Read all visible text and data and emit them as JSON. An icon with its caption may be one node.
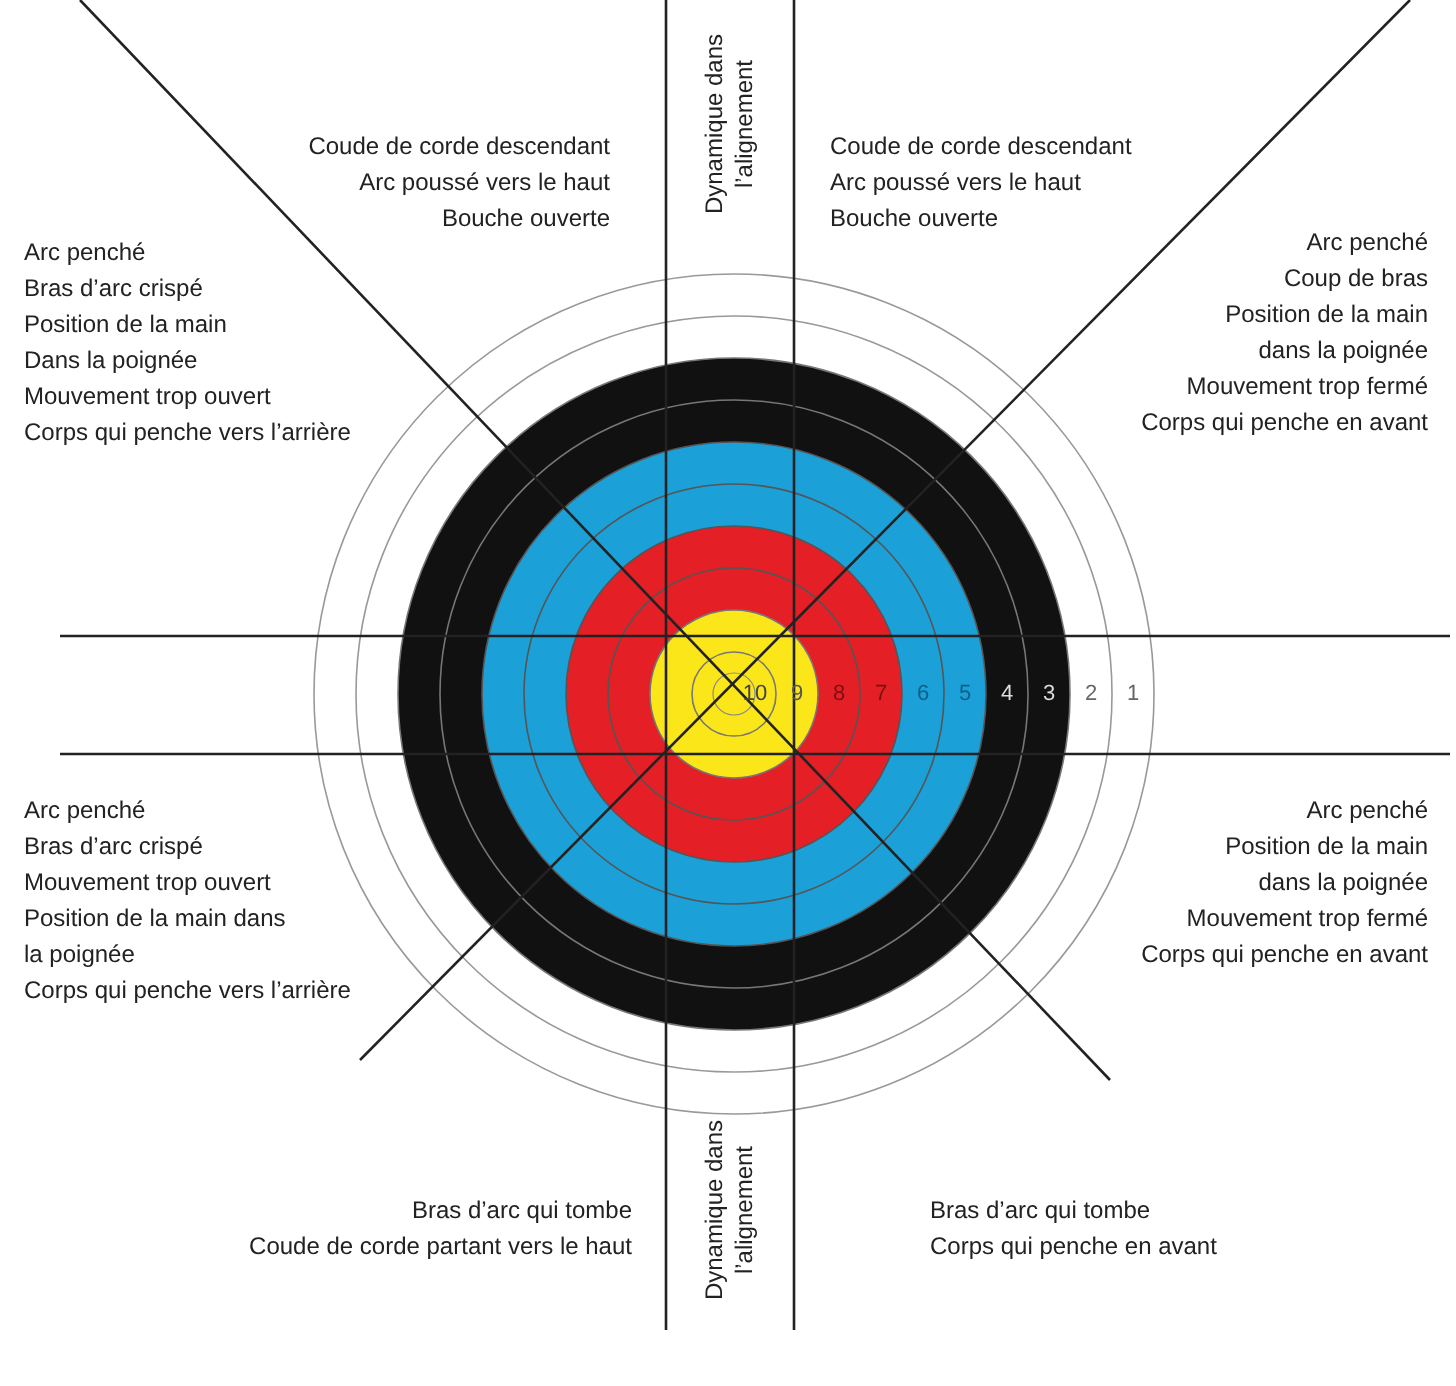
{
  "diagram": {
    "labels": [
      "Coude de corde descendant",
      "Arc poussé vers le haut",
      "Bouche ouverte",
      "Dynamique dans l’alignement",
      "Coude de corde descendant",
      "Arc poussé vers le haut",
      "Bouche ouverte",
      "Arc penché",
      "Bras d’arc crispé",
      "Position de la main",
      "Dans la poignée",
      "Mouvement trop ouvert",
      "Corps qui penche vers l’arrière",
      "Arc penché",
      "Coup de bras",
      "Position de la main",
      "dans la poignée",
      "Mouvement trop fermé",
      "Corps qui penche en avant",
      "10",
      "9",
      "8",
      "7",
      "6",
      "5",
      "4",
      "3",
      "2",
      "1",
      "Arc penché",
      "Bras d’arc crispé",
      "Mouvement trop ouvert",
      "Position de la main dans",
      "la poignée",
      "Corps qui penche vers l’arrière",
      "Arc penché",
      "Position de la main",
      "dans la poignée",
      "Mouvement trop fermé",
      "Corps qui penche en avant",
      "Bras d’arc qui tombe",
      "Coude de corde partant vers le haut",
      "Dynamique dans l’alignement",
      "Bras d’arc qui tombe",
      "Corps qui penche en avant"
    ]
  }
}
